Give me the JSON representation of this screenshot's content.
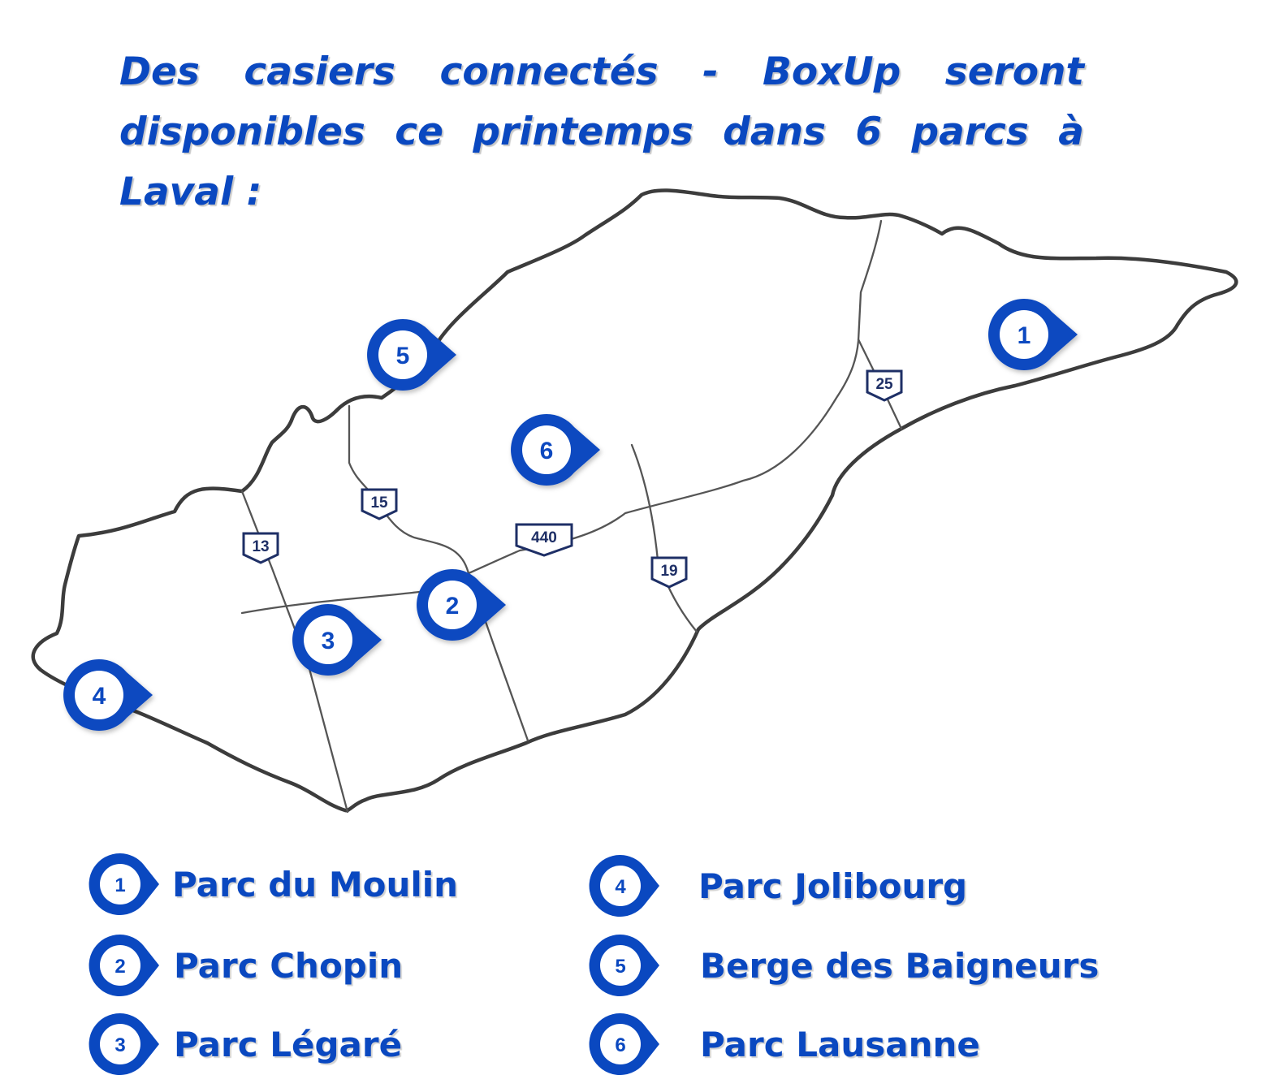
{
  "title": "Des casiers connectés - BoxUp seront disponibles ce printemps dans 6 parcs à Laval :",
  "colors": {
    "accent": "#0a48c0",
    "outline": "#3c3c3c",
    "road": "#555555",
    "route_shield": "#1e2f66"
  },
  "map": {
    "highways": [
      "13",
      "15",
      "440",
      "19",
      "25"
    ],
    "pins": [
      "1",
      "2",
      "3",
      "4",
      "5",
      "6"
    ]
  },
  "legend": [
    {
      "number": "1",
      "label": "Parc du Moulin"
    },
    {
      "number": "2",
      "label": "Parc Chopin"
    },
    {
      "number": "3",
      "label": "Parc Légaré"
    },
    {
      "number": "4",
      "label": "Parc Jolibourg"
    },
    {
      "number": "5",
      "label": "Berge des Baigneurs"
    },
    {
      "number": "6",
      "label": "Parc Lausanne"
    }
  ]
}
